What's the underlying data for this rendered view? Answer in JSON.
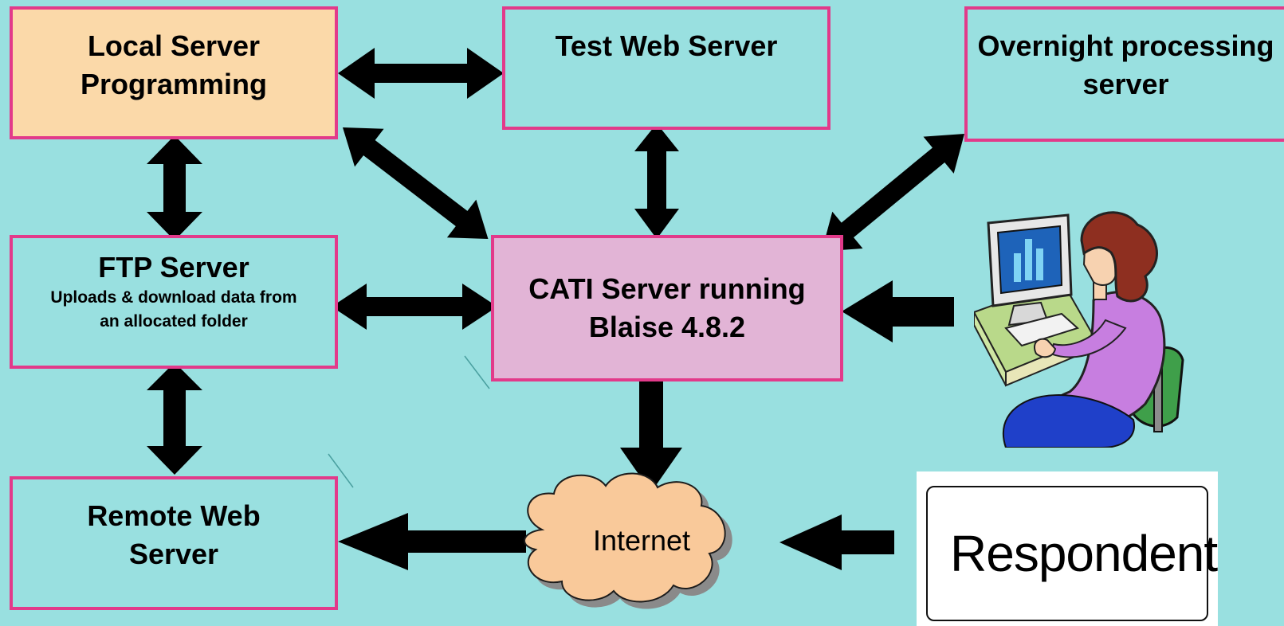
{
  "nodes": {
    "local_server": {
      "title": "Local Server Programming"
    },
    "test_web_server": {
      "title": "Test Web Server"
    },
    "overnight_server": {
      "title": "Overnight processing server"
    },
    "ftp_server": {
      "title": "FTP Server",
      "subtitle": "Uploads & download data from an allocated folder"
    },
    "cati_server": {
      "title": "CATI Server running Blaise 4.8.2"
    },
    "remote_web_server": {
      "title": "Remote Web Server"
    },
    "internet": {
      "label": "Internet"
    },
    "respondent": {
      "label": "Respondent",
      "icon": "actor-icon"
    },
    "interviewer": {
      "icon": "interviewer-at-computer-icon"
    }
  },
  "colors": {
    "background": "#99e0e0",
    "box_border": "#e23a8a",
    "local_fill": "#fbd9a9",
    "cati_fill": "#e2b4d6",
    "cloud_fill": "#f9c99a",
    "arrow": "#000000"
  }
}
